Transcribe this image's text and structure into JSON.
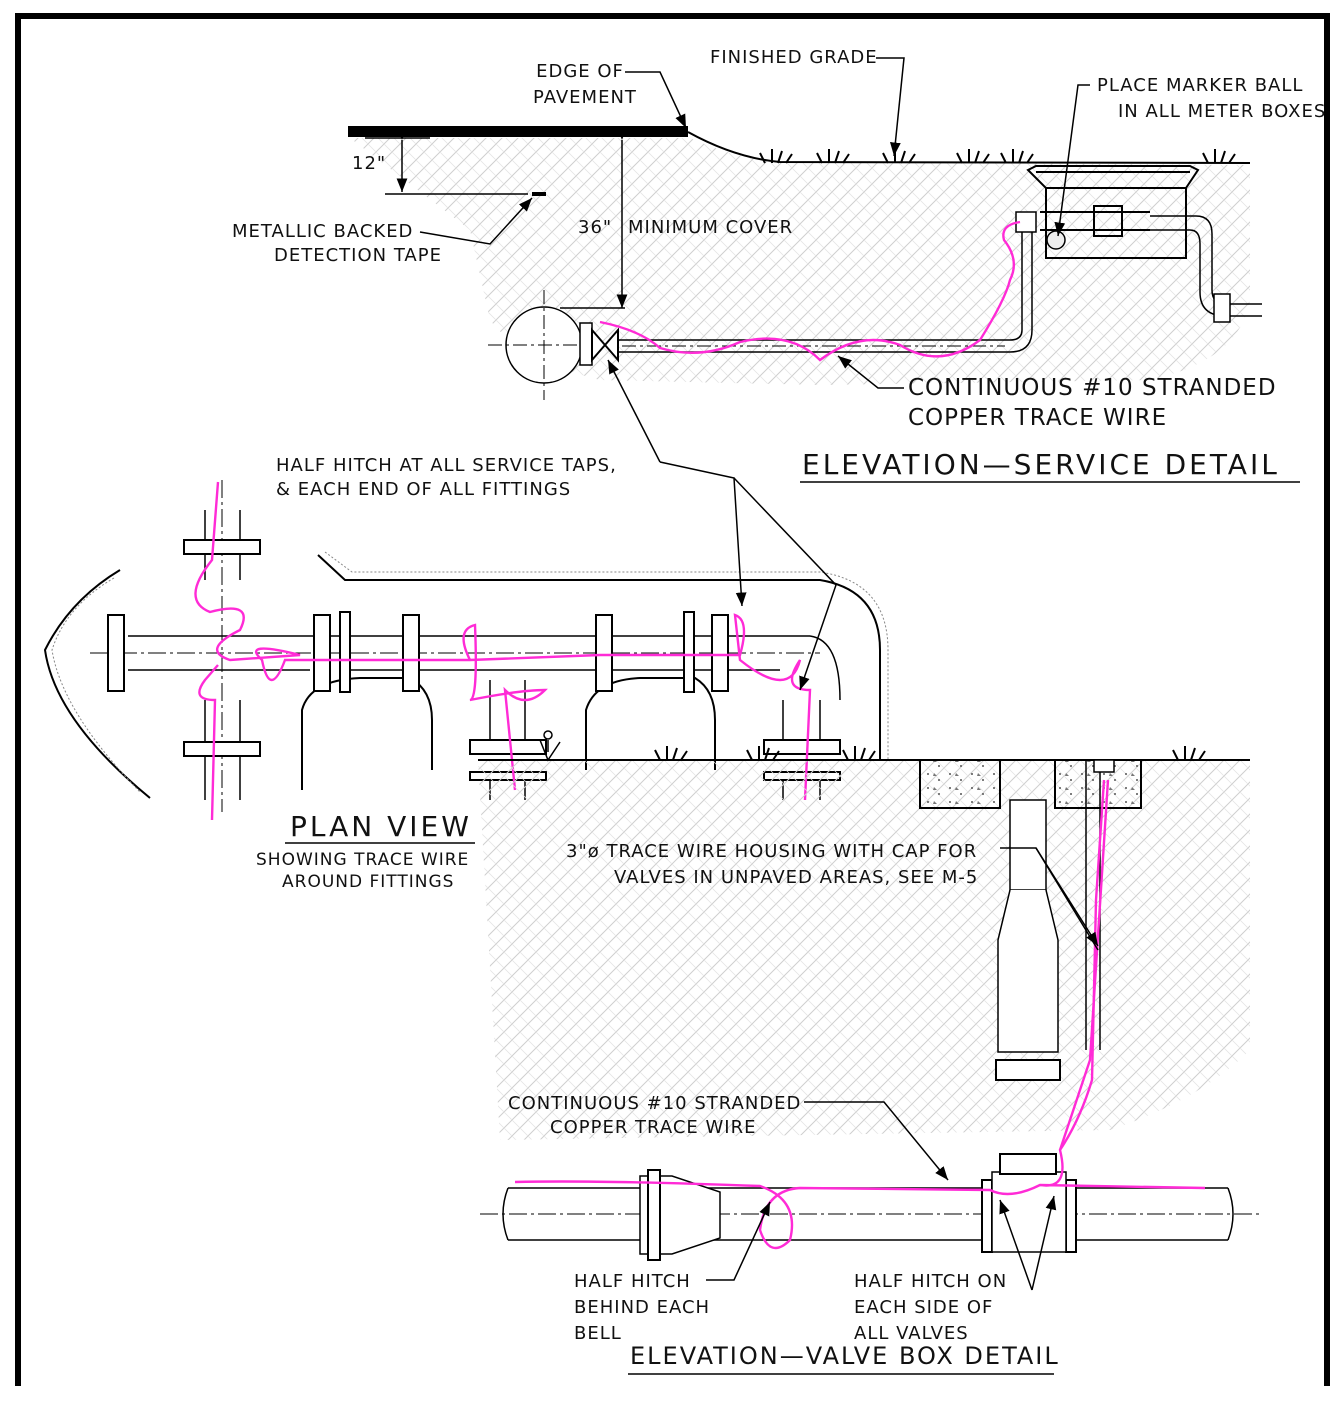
{
  "colors": {
    "trace_wire": "#ff2bd6",
    "line": "#000000",
    "hatch": "#c8c8c8"
  },
  "service": {
    "finished_grade": "FINISHED GRADE",
    "edge_pavement_1": "EDGE OF",
    "edge_pavement_2": "PAVEMENT",
    "marker_ball_1": "PLACE MARKER BALL",
    "marker_ball_2": "IN ALL METER BOXES",
    "dim_12": "12\"",
    "dim_36": "36\"",
    "min_cover": "MINIMUM COVER",
    "tape_1": "METALLIC BACKED",
    "tape_2": "DETECTION TAPE",
    "wire_1": "CONTINUOUS #10 STRANDED",
    "wire_2": "COPPER TRACE WIRE",
    "title": "ELEVATION—SERVICE DETAIL"
  },
  "plan": {
    "half_hitch_1": "HALF HITCH AT ALL SERVICE TAPS,",
    "half_hitch_2": "& EACH END OF ALL FITTINGS",
    "title": "PLAN VIEW",
    "sub_1": "SHOWING TRACE WIRE",
    "sub_2": "AROUND FITTINGS"
  },
  "valve": {
    "housing_1": "3\"ø TRACE WIRE HOUSING WITH CAP FOR",
    "housing_2": "VALVES IN UNPAVED AREAS, SEE M-5",
    "wire_1": "CONTINUOUS #10 STRANDED",
    "wire_2": "COPPER TRACE WIRE",
    "bell_1": "HALF HITCH",
    "bell_2": "BEHIND EACH",
    "bell_3": "BELL",
    "valves_1": "HALF HITCH ON",
    "valves_2": "EACH SIDE OF",
    "valves_3": "ALL VALVES",
    "title": "ELEVATION—VALVE BOX DETAIL"
  }
}
